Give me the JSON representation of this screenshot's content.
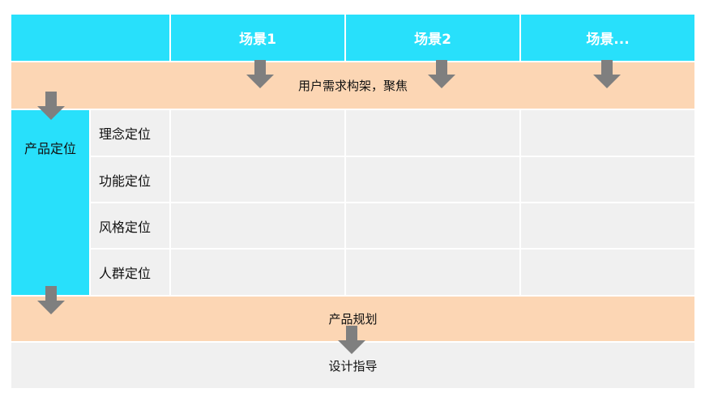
{
  "header": {
    "scenarios": [
      "场景1",
      "场景2",
      "场景..."
    ]
  },
  "bands": {
    "user_needs": "用户需求构架，聚焦",
    "product_planning": "产品规划",
    "design_guidance": "设计指导"
  },
  "positioning": {
    "label": "产品定位",
    "dimensions": [
      "理念定位",
      "功能定位",
      "风格定位",
      "人群定位"
    ]
  },
  "colors": {
    "header_cyan": "#28e0fb",
    "band_peach": "#fcd6b4",
    "grid_gray": "#f0f0f0",
    "arrow_gray": "#7f7f7f"
  },
  "icons": {
    "flow_arrow": "down-arrow-icon"
  }
}
